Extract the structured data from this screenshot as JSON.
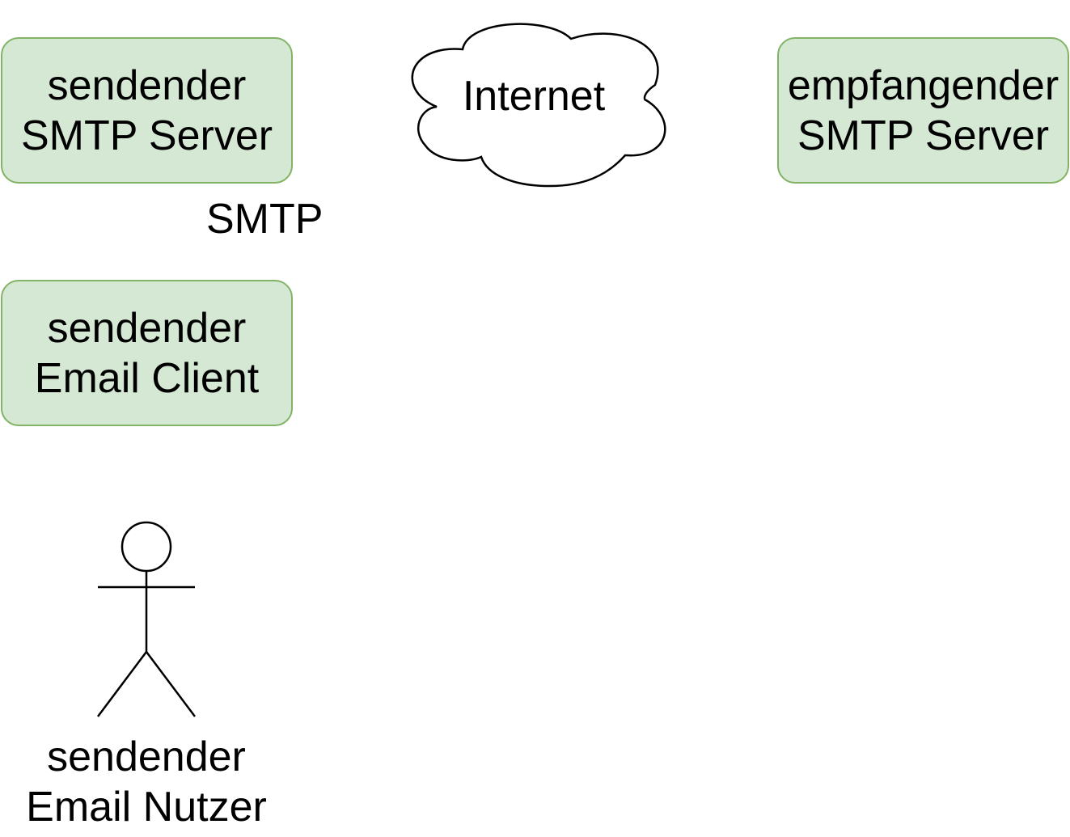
{
  "diagram": {
    "nodes": {
      "sender_server": {
        "line1": "sendender",
        "line2": "SMTP Server"
      },
      "receiver_server": {
        "line1": "empfangender",
        "line2": "SMTP Server"
      },
      "sender_client": {
        "line1": "sendender",
        "line2": "Email Client"
      },
      "internet": {
        "label": "Internet"
      },
      "sender_user": {
        "line1": "sendender",
        "line2": "Email Nutzer"
      }
    },
    "edge_labels": {
      "smtp": "SMTP"
    }
  },
  "colors": {
    "box_fill": "#d5e8d4",
    "box_stroke": "#82b366",
    "line": "#000000",
    "background": "#ffffff"
  },
  "icons": {
    "cloud": "cloud-icon",
    "actor": "person-icon"
  }
}
